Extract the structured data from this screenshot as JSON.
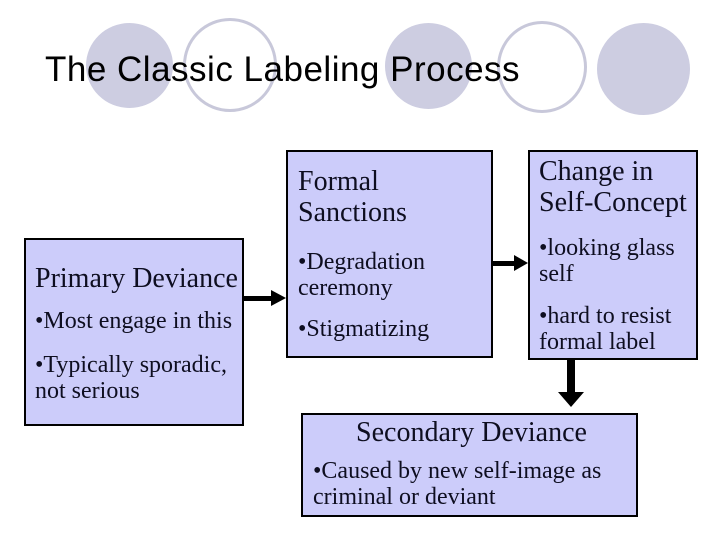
{
  "slide_title": "The Classic Labeling Process",
  "bullet_char": "•",
  "boxes": {
    "primary_deviance": {
      "heading": "Primary Deviance",
      "bullets": [
        "Most engage in this",
        "Typically sporadic, not serious"
      ]
    },
    "formal_sanctions": {
      "heading": "Formal Sanctions",
      "bullets": [
        "Degradation ceremony",
        "Stigmatizing"
      ]
    },
    "change_in_self_concept": {
      "heading": "Change in Self-Concept",
      "bullets": [
        "looking glass self",
        "hard to resist formal label"
      ]
    },
    "secondary_deviance": {
      "heading": "Secondary Deviance",
      "bullets": [
        "Caused by new self-image as criminal or deviant"
      ]
    }
  },
  "colors": {
    "background": "#ffffff",
    "box_fill": "#ccccfa",
    "box_border": "#000000",
    "box_text": "#0e0e20",
    "title_text": "#000000",
    "ornament_fill": "#cdcde1",
    "ornament_outline": "#c8c8da",
    "arrow": "#000000"
  }
}
